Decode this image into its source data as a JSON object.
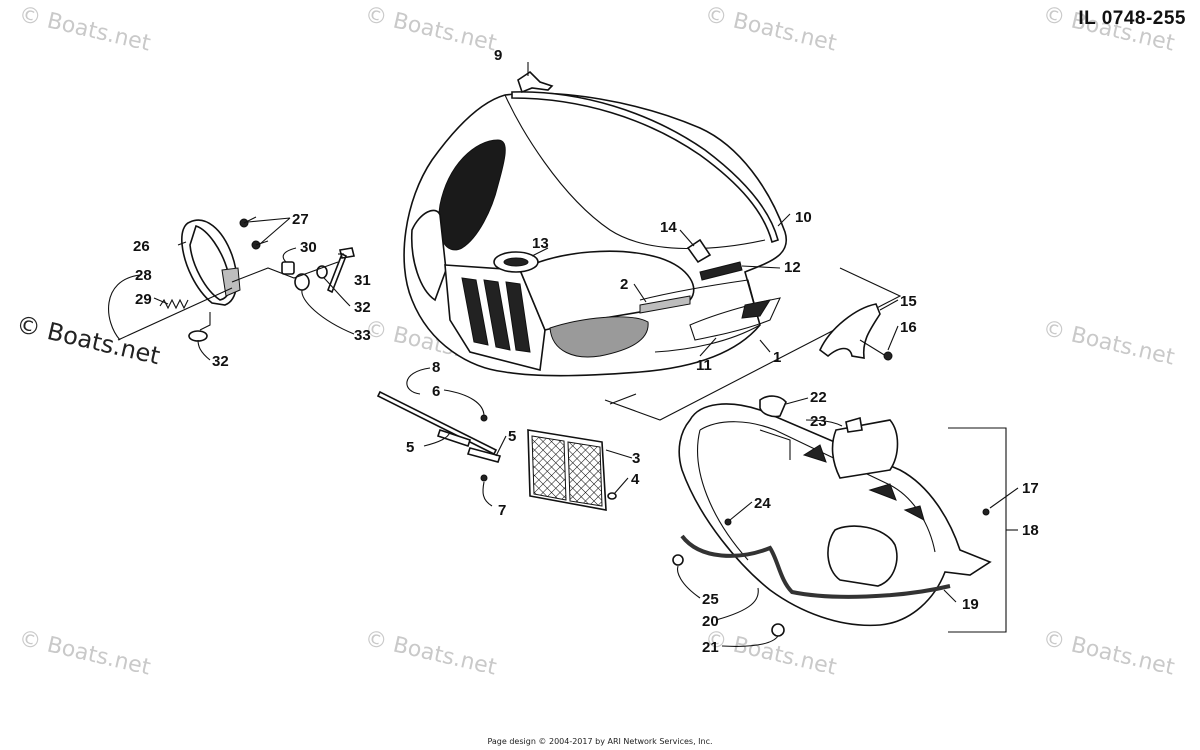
{
  "illustration_id": "IL 0748-255",
  "watermark_text": "© Boats.net",
  "footer_copyright": "Page design © 2004-2017 by ARI Network Services, Inc.",
  "callouts": {
    "c1": "1",
    "c2": "2",
    "c3": "3",
    "c4": "4",
    "c5a": "5",
    "c5b": "5",
    "c6": "6",
    "c7": "7",
    "c8": "8",
    "c9": "9",
    "c10": "10",
    "c11": "11",
    "c12": "12",
    "c13": "13",
    "c14": "14",
    "c15": "15",
    "c16": "16",
    "c17": "17",
    "c18": "18",
    "c19": "19",
    "c20": "20",
    "c21": "21",
    "c22": "22",
    "c23": "23",
    "c24": "24",
    "c25": "25",
    "c26": "26",
    "c27": "27",
    "c28": "28",
    "c29": "29",
    "c30": "30",
    "c31": "31",
    "c32a": "32",
    "c32b": "32",
    "c33": "33"
  }
}
